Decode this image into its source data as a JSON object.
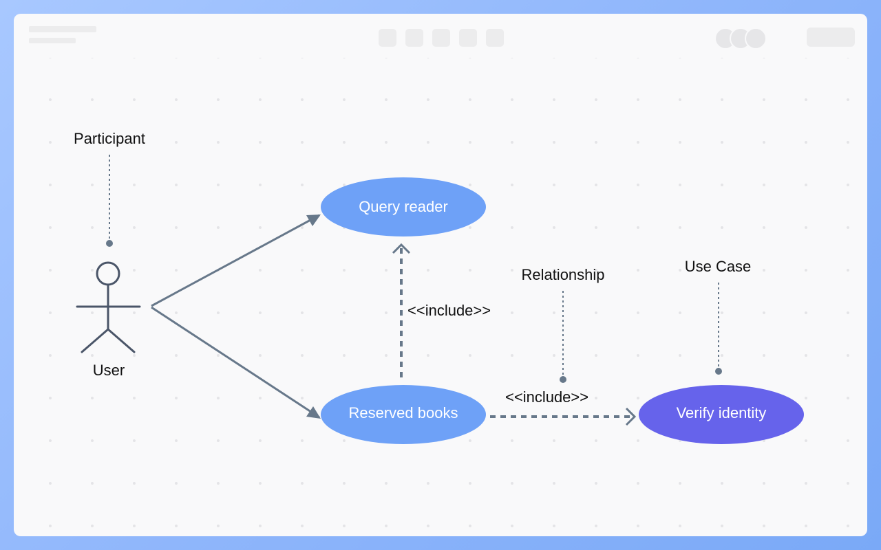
{
  "diagram": {
    "actor": {
      "name": "User"
    },
    "use_cases": {
      "query_reader": {
        "label": "Query reader",
        "color": "#6ea1f7"
      },
      "reserved_books": {
        "label": "Reserved books",
        "color": "#6ea1f7"
      },
      "verify_identity": {
        "label": "Verify identity",
        "color": "#6663eb"
      }
    },
    "relationships": {
      "include_query": "<<include>>",
      "include_verify": "<<include>>"
    },
    "annotations": {
      "participant": "Participant",
      "relationship": "Relationship",
      "use_case": "Use Case"
    }
  },
  "colors": {
    "line": "#67788a",
    "actor_stroke": "#4a5568",
    "label_text": "#111111",
    "use_case_text": "#ffffff"
  }
}
